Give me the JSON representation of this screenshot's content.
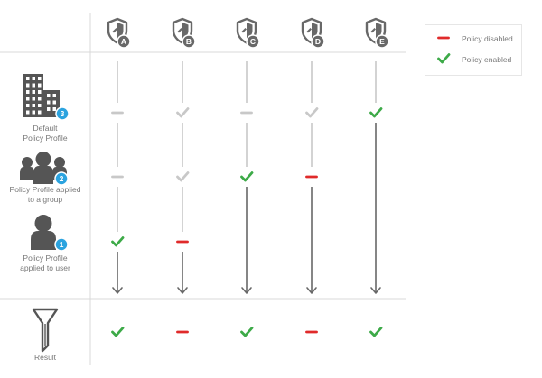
{
  "colors": {
    "gray": "#c8c8c8",
    "dark": "#686868",
    "green": "#3daa48",
    "red": "#e02a2a",
    "badge": "#2ba3df",
    "icon": "#555555",
    "grid": "#d9d9d9"
  },
  "columns": [
    "A",
    "B",
    "C",
    "D",
    "E"
  ],
  "rows": [
    {
      "id": "default",
      "icon": "building-icon",
      "badge": "3",
      "label_lines": [
        "Default",
        "Policy Profile"
      ],
      "states": [
        "neutral",
        "enabled-inactive",
        "neutral",
        "enabled-inactive",
        "enabled"
      ]
    },
    {
      "id": "group",
      "icon": "group-icon",
      "badge": "2",
      "label_lines": [
        "Policy Profile applied",
        "to a group"
      ],
      "states": [
        "neutral",
        "enabled-inactive",
        "enabled",
        "disabled",
        "none"
      ]
    },
    {
      "id": "user",
      "icon": "user-icon",
      "badge": "1",
      "label_lines": [
        "Policy Profile",
        "applied to user"
      ],
      "states": [
        "enabled",
        "disabled",
        "none",
        "none",
        "none"
      ]
    }
  ],
  "result": {
    "icon": "funnel-icon",
    "label": "Result",
    "states": [
      "enabled",
      "disabled",
      "enabled",
      "disabled",
      "enabled"
    ]
  },
  "legend": {
    "disabled_label": "Policy disabled",
    "enabled_label": "Policy enabled"
  }
}
